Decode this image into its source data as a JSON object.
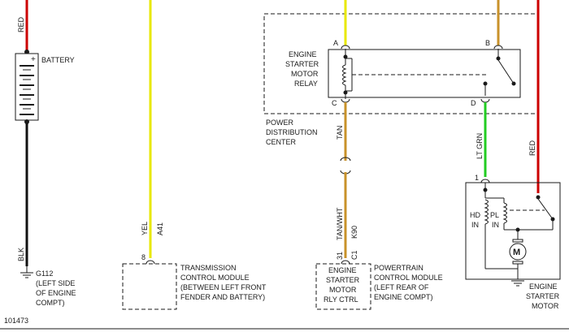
{
  "colors": {
    "red_wire": "#cc0000",
    "black_wire": "#111111",
    "yellow_wire": "#e8e800",
    "tan_wire": "#c8922a",
    "green_wire": "#22cc22",
    "line": "#1a1a1a"
  },
  "battery": {
    "wire_top": "RED",
    "label": "BATTERY",
    "plus": "+",
    "wire_bottom": "BLK"
  },
  "ground_g112": {
    "name": "G112",
    "line1": "(LEFT SIDE",
    "line2": "OF ENGINE",
    "line3": "COMPT)"
  },
  "tcm": {
    "wire_color": "YEL",
    "circuit": "A41",
    "pin": "8",
    "line1": "TRANSMISSION",
    "line2": "CONTROL MODULE",
    "line3": "(BETWEEN LEFT FRONT",
    "line4": "FENDER AND BATTERY)"
  },
  "pdc": {
    "relay_line1": "ENGINE",
    "relay_line2": "STARTER",
    "relay_line3": "MOTOR",
    "relay_line4": "RELAY",
    "pin_a": "A",
    "pin_b": "B",
    "pin_c": "C",
    "pin_d": "D",
    "line1": "POWER",
    "line2": "DISTRIBUTION",
    "line3": "CENTER"
  },
  "wires": {
    "tan": "TAN",
    "tan_wht": "TAN/WHT",
    "k90": "K90",
    "lt_grn": "LT GRN",
    "red_right": "RED"
  },
  "pcm": {
    "pin": "31",
    "conn": "C1",
    "box_line1": "ENGINE",
    "box_line2": "STARTER",
    "box_line3": "MOTOR",
    "box_line4": "RLY CTRL",
    "line1": "POWERTRAIN",
    "line2": "CONTROL MODULE",
    "line3": "(LEFT REAR OF",
    "line4": "ENGINE COMPT)"
  },
  "starter": {
    "pin": "1",
    "hd": "HD",
    "hd_in": "IN",
    "pl": "PL",
    "pl_in": "IN",
    "motor": "M",
    "line1": "ENGINE",
    "line2": "STARTER",
    "line3": "MOTOR"
  },
  "figure_id": "101473"
}
